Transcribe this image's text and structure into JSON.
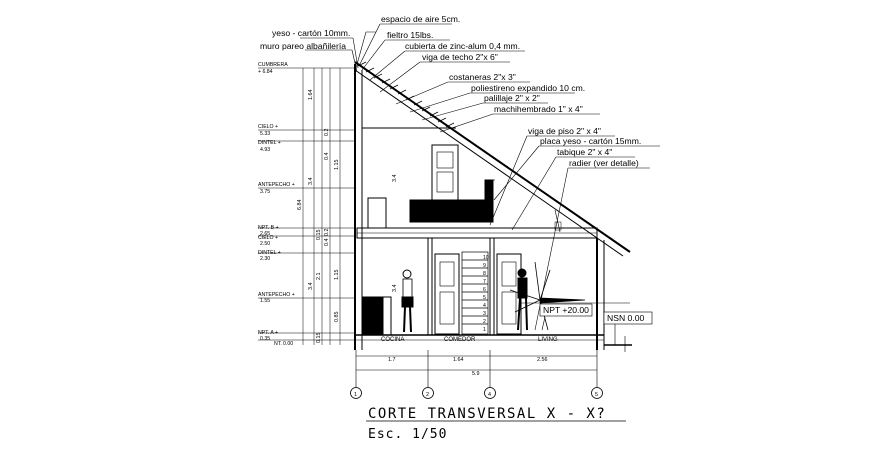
{
  "annotations": {
    "espacio_aire": "espacio de aire 5cm.",
    "yeso_carton": "yeso - cartón 10mm.",
    "fieltro": "fieltro 15lbs.",
    "muro_pareo": "muro pareo albañilería",
    "cubierta": "cubierta de zinc-alum 0,4 mm.",
    "viga_techo": "viga de techo 2\"x 6\"",
    "costaneras": "costaneras 2\"x 3\"",
    "poliestireno": "poliestireno expandido 10 cm.",
    "palillaje": "palillaje 2\" x 2\"",
    "machihembrado": "machihembrado 1\" x 4\"",
    "viga_piso": "viga de piso 2\" x 4\"",
    "placa_yeso": "placa yeso - cartón 15mm.",
    "tabique": "tabique 2\" x 4\"",
    "radier": "radier (ver detalle)"
  },
  "levels": [
    {
      "id": "cumbrera",
      "label": "CUMBRERA",
      "value": "+ 6.84"
    },
    {
      "id": "cielo2",
      "label": "CIELO +",
      "value": "5.33"
    },
    {
      "id": "dintel2",
      "label": "DINTEL +",
      "value": "4.93"
    },
    {
      "id": "antepecho2",
      "label": "ANTEPECHO +",
      "value": "3.75"
    },
    {
      "id": "npt2",
      "label": "NPT. B +",
      "value": "2.65"
    },
    {
      "id": "cielo1",
      "label": "CIELO +",
      "value": "2.50"
    },
    {
      "id": "dintel1",
      "label": "DINTEL +",
      "value": "2.30"
    },
    {
      "id": "antepecho1",
      "label": "ANTEPECHO +",
      "value": "1.55"
    },
    {
      "id": "npt1",
      "label": "NPT. A +",
      "value": "0.35"
    },
    {
      "id": "nt",
      "label": "NT.",
      "value": "0.00"
    }
  ],
  "vertical_dims": [
    "1.64",
    "3.4",
    "0.2",
    "0.4",
    "1.15",
    "3.4",
    "0.2",
    "0.4",
    "1.15",
    "0.15",
    "2.1",
    "0.85",
    "6.84",
    "3.4",
    "3.4",
    "0.15"
  ],
  "rooms": {
    "cocina": "COCINA",
    "comedor": "COMEDOR",
    "living": "LIVING"
  },
  "stair_steps": [
    "10",
    "9",
    "8",
    "7",
    "6",
    "5",
    "4",
    "3",
    "2",
    "1"
  ],
  "level_marks": {
    "npt": "NPT +20.00",
    "nsn": "NSN 0.00"
  },
  "horizontal_dims": {
    "d1": "1.7",
    "d2": "1.64",
    "d3": "2.56",
    "total": "5.9"
  },
  "axes": [
    "1",
    "2",
    "4",
    "5"
  ],
  "title": "CORTE TRANSVERSAL X - X?",
  "scale": "Esc. 1/50"
}
